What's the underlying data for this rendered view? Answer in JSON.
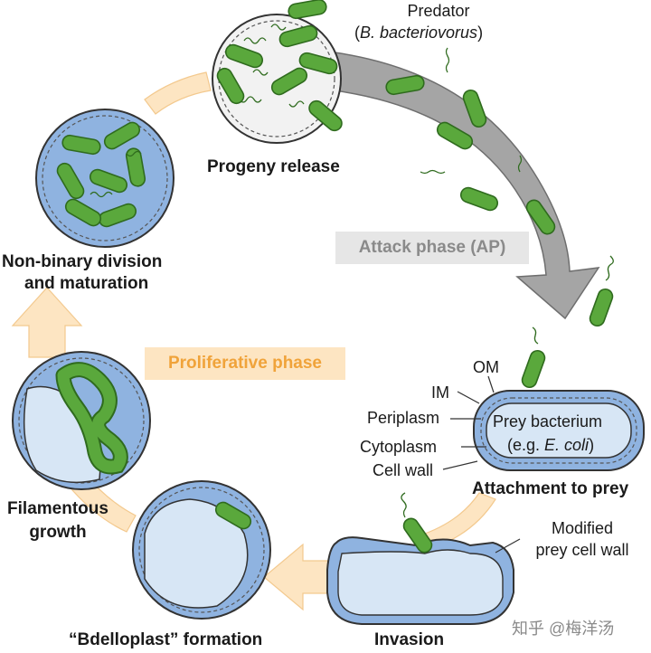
{
  "labels": {
    "predator": "Predator",
    "predator_species": "B. bacteriovorus",
    "progeny_release": "Progeny release",
    "non_binary_line1": "Non-binary division",
    "non_binary_line2": "and maturation",
    "attack_phase": "Attack phase (AP)",
    "proliferative_phase": "Proliferative phase",
    "om": "OM",
    "im": "IM",
    "periplasm": "Periplasm",
    "cytoplasm": "Cytoplasm",
    "cell_wall": "Cell wall",
    "prey_bacterium": "Prey bacterium",
    "prey_example_prefix": "(e.g. ",
    "prey_example_species": "E. coli",
    "prey_example_suffix": ")",
    "attachment": "Attachment to prey",
    "filamentous_line1": "Filamentous",
    "filamentous_line2": "growth",
    "modified_line1": "Modified",
    "modified_line2": "prey cell wall",
    "bdelloplast": "“Bdelloplast” formation",
    "invasion": "Invasion",
    "watermark": "知乎 @梅洋汤"
  },
  "colors": {
    "predator_green": "#5aa83c",
    "predator_outline": "#2f6b1e",
    "prey_blue": "#8fb3e0",
    "prey_light": "#d7e6f5",
    "attack_arrow": "#a5a5a5",
    "prolif_arrow": "#fde5c2",
    "prolif_text": "#f0a33a"
  }
}
